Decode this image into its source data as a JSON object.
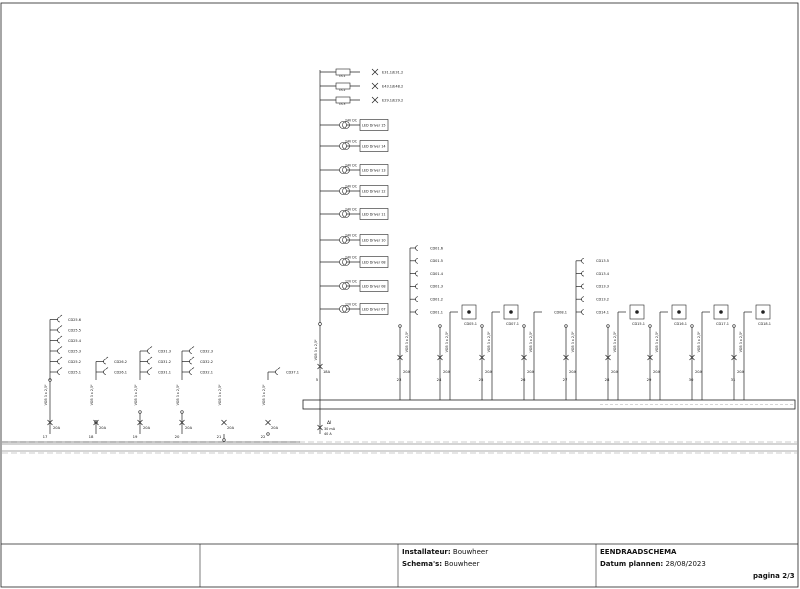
{
  "supply": {
    "label": "18A",
    "circuit_no": "5",
    "cable": "VOB 3 x 2,5²"
  },
  "main_breaker": {
    "rating": "40 A",
    "sensitivity": "30 mA",
    "label": "ΔI"
  },
  "top_feed": [
    {
      "label": "E31.1/E31.2",
      "sub": "CS.1"
    },
    {
      "label": "E43.1/E48.2",
      "sub": "CS.2"
    },
    {
      "label": "E29.1/E29.2",
      "sub": "CS.3"
    }
  ],
  "led_drivers": [
    {
      "label": "LED Driver 15",
      "voltage": "24V DC"
    },
    {
      "label": "LED Driver 14",
      "voltage": "24V DC"
    },
    {
      "label": "LED Driver 13",
      "voltage": "24V DC"
    },
    {
      "label": "LED Driver 12",
      "voltage": "24V DC"
    },
    {
      "label": "LED Driver 11",
      "voltage": "24V DC"
    },
    {
      "label": "LED Driver 10",
      "voltage": "24V DC"
    },
    {
      "label": "LED Driver 08",
      "voltage": "24V DC"
    },
    {
      "label": "LED Driver 08",
      "voltage": "12V DC"
    },
    {
      "label": "LED Driver 07",
      "voltage": "12V DC"
    }
  ],
  "circuits": [
    {
      "no": "17",
      "rating": "20A",
      "cable": "VOB 3 x 2,5²",
      "outlets": [
        "CD25.6",
        "CD25.5",
        "CD25.4",
        "CD25.3",
        "CD25.2",
        "CD25.1"
      ]
    },
    {
      "no": "18",
      "rating": "20A",
      "cable": "VOB 3 x 2,5²",
      "outlets": [
        "CD26.2",
        "CD26.1"
      ]
    },
    {
      "no": "19",
      "rating": "20A",
      "cable": "VOB 3 x 2,5²",
      "outlets": [
        "CD31.3",
        "CD31.2",
        "CD31.1"
      ]
    },
    {
      "no": "20",
      "rating": "20A",
      "cable": "VOB 3 x 2,5²",
      "outlets": [
        "CD32.3",
        "CD32.2",
        "CD32.1"
      ]
    },
    {
      "no": "21",
      "rating": "20A",
      "cable": "VOB 3 x 2,5²",
      "outlets": []
    },
    {
      "no": "22",
      "rating": "20A",
      "cable": "VOB 3 x 2,5²",
      "outlets": [
        "CD37.1"
      ]
    },
    {
      "no": "23",
      "rating": "20A",
      "cable": "VOB 3 x 2,5²",
      "outlets": [
        "CD01.6",
        "CD01.5",
        "CD01.4",
        "CD01.3",
        "CD01.2",
        "CD01.1"
      ]
    },
    {
      "no": "24",
      "rating": "20A",
      "cable": "VOB 3 x 2,5²",
      "outlets": [
        "CD05.1"
      ]
    },
    {
      "no": "25",
      "rating": "20A",
      "cable": "VOB 3 x 2,5²",
      "outlets": [
        "CD07.1"
      ]
    },
    {
      "no": "26",
      "rating": "20A",
      "cable": "VOB 3 x 2,5²",
      "outlets": [
        "CD08.1"
      ]
    },
    {
      "no": "27",
      "rating": "20A",
      "cable": "VOB 3 x 2,5²",
      "outlets": [
        "CD13.5",
        "CD13.4",
        "CD13.3",
        "CD13.2",
        "CD14.1"
      ]
    },
    {
      "no": "28",
      "rating": "20A",
      "cable": "VOB 3 x 2,5²",
      "outlets": [
        "CD15.1"
      ]
    },
    {
      "no": "29",
      "rating": "20A",
      "cable": "VOB 3 x 2,5²",
      "outlets": [
        "CD16.1"
      ]
    },
    {
      "no": "30",
      "rating": "20A",
      "cable": "VOB 3 x 2,5²",
      "outlets": [
        "CD17.1"
      ]
    },
    {
      "no": "31",
      "rating": "20A",
      "cable": "VOB 3 x 2,5²",
      "outlets": [
        "CD18.1"
      ]
    }
  ],
  "title_block": {
    "installer_label": "Installateur:",
    "installer_value": "Bouwheer",
    "schemas_label": "Schema's:",
    "schemas_value": "Bouwheer",
    "title": "EENDRAADSCHEMA",
    "date_label": "Datum plannen:",
    "date_value": "28/08/2023",
    "page": "pagina 2/3"
  }
}
